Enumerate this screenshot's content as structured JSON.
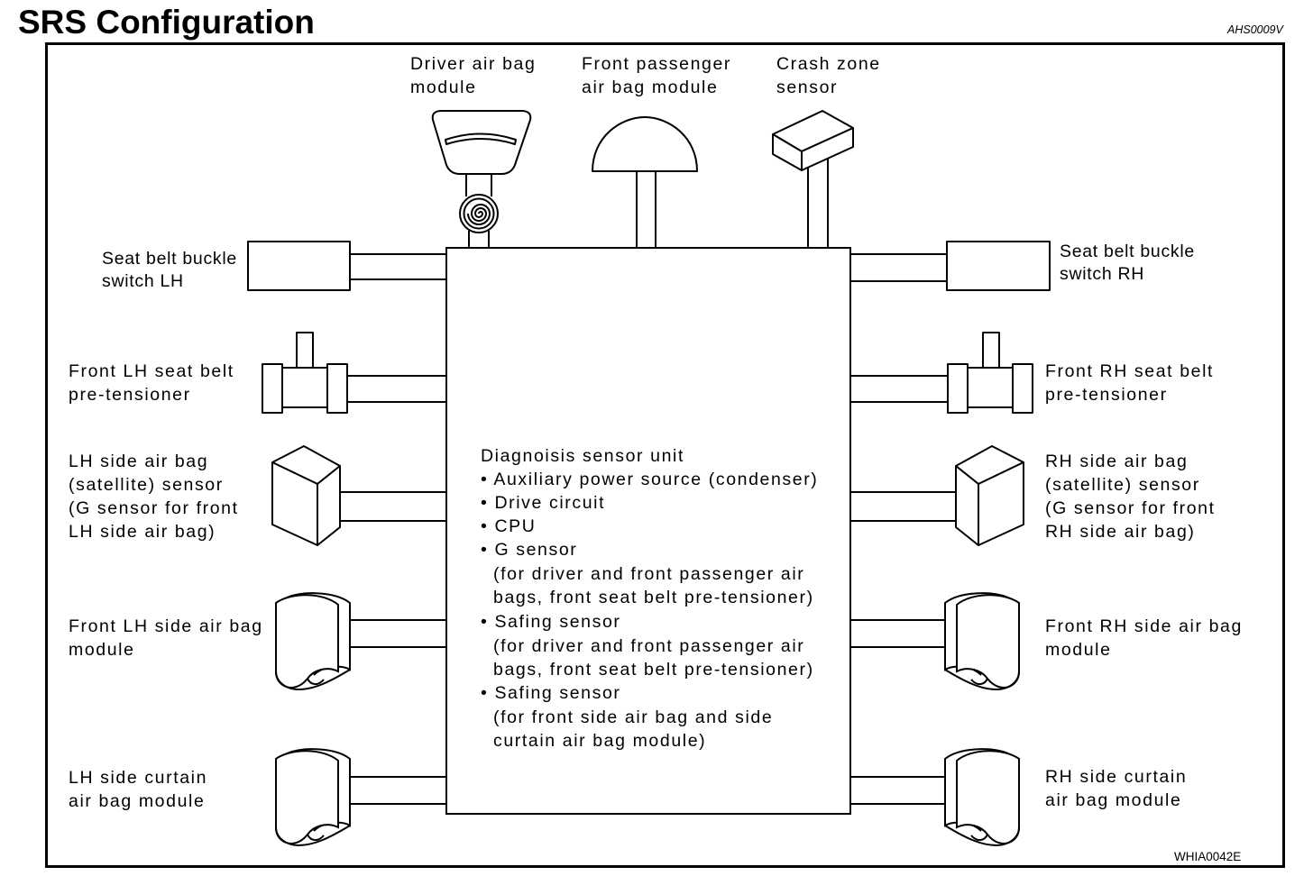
{
  "header": {
    "title": "SRS Configuration",
    "figure_code": "AHS0009V"
  },
  "footer": {
    "diagram_code": "WHIA0042E"
  },
  "central_unit": {
    "lines": [
      "Diagnoisis sensor unit",
      "• Auxiliary power source (condenser)",
      "• Drive circuit",
      "• CPU",
      "• G sensor",
      "(for driver and front passenger air",
      "bags, front seat belt pre-tensioner)",
      "• Safing sensor",
      "(for driver and front passenger air",
      "bags, front seat belt pre-tensioner)",
      "• Safing sensor",
      "(for front side air bag and side",
      "curtain air bag module)"
    ]
  },
  "components": {
    "driver_air_bag_module": {
      "label": [
        "Driver air bag",
        "module"
      ]
    },
    "front_passenger_air_bag_module": {
      "label": [
        "Front passenger",
        "air bag module"
      ]
    },
    "crash_zone_sensor": {
      "label": [
        "Crash zone",
        "sensor"
      ]
    },
    "seat_belt_buckle_switch_lh": {
      "label": [
        "Seat belt buckle",
        "switch LH"
      ]
    },
    "seat_belt_buckle_switch_rh": {
      "label": [
        "Seat belt buckle",
        "switch RH"
      ]
    },
    "front_lh_seat_belt_pretensioner": {
      "label": [
        "Front LH seat belt",
        "pre-tensioner"
      ]
    },
    "front_rh_seat_belt_pretensioner": {
      "label": [
        "Front RH seat belt",
        "pre-tensioner"
      ]
    },
    "lh_side_air_bag_satellite_sensor": {
      "label": [
        "LH side air bag",
        "(satellite) sensor",
        "(G sensor for front",
        "LH side air bag)"
      ]
    },
    "rh_side_air_bag_satellite_sensor": {
      "label": [
        "RH side air bag",
        "(satellite) sensor",
        "(G sensor for front",
        "RH side air bag)"
      ]
    },
    "front_lh_side_air_bag_module": {
      "label": [
        "Front LH side air bag",
        "module"
      ]
    },
    "front_rh_side_air_bag_module": {
      "label": [
        "Front RH side air bag",
        "module"
      ]
    },
    "lh_side_curtain_air_bag_module": {
      "label": [
        "LH side curtain",
        "air bag module"
      ]
    },
    "rh_side_curtain_air_bag_module": {
      "label": [
        "RH side curtain",
        "air bag module"
      ]
    }
  }
}
